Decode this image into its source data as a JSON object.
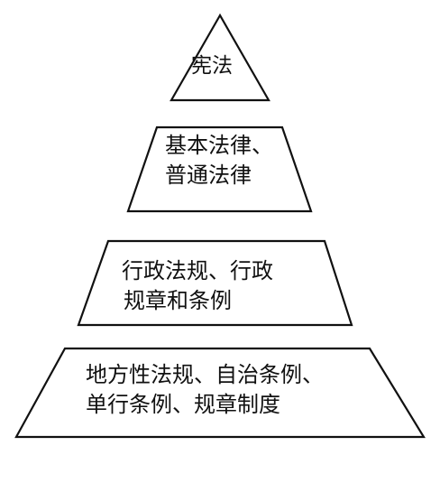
{
  "tiers": [
    {
      "lines": [
        "宪法"
      ]
    },
    {
      "lines": [
        "基本法律、",
        "普通法律"
      ]
    },
    {
      "lines": [
        "行政法规、行政",
        "规章和条例"
      ]
    },
    {
      "lines": [
        "地方性法规、自治条例、",
        "单行条例、规章制度"
      ]
    }
  ]
}
